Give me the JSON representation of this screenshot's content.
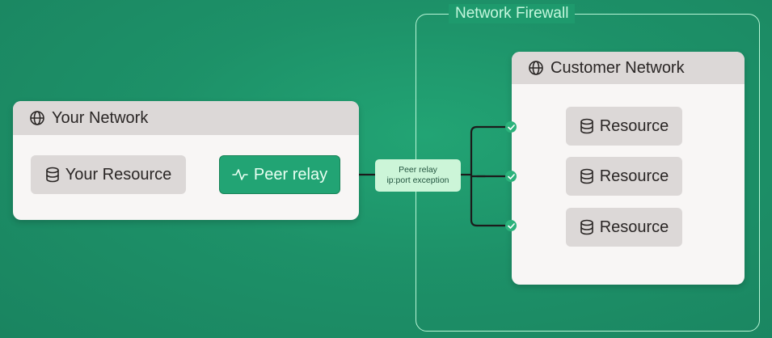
{
  "firewall": {
    "label": "Network Firewall"
  },
  "your_network": {
    "title": "Your Network",
    "icon": "globe-icon",
    "resource": {
      "label": "Your Resource",
      "icon": "database-icon"
    },
    "relay": {
      "label": "Peer relay",
      "icon": "activity-icon"
    }
  },
  "connection_badge": {
    "line1": "Peer relay",
    "line2": "ip:port exception"
  },
  "customer_network": {
    "title": "Customer Network",
    "icon": "globe-icon",
    "resources": [
      {
        "label": "Resource",
        "icon": "database-icon",
        "status": "allowed"
      },
      {
        "label": "Resource",
        "icon": "database-icon",
        "status": "allowed"
      },
      {
        "label": "Resource",
        "icon": "database-icon",
        "status": "allowed"
      }
    ]
  },
  "colors": {
    "background": "#1e9a6d",
    "accent": "#22a474",
    "firewall_border": "#b8f5d6",
    "badge": "#ccf5d8",
    "card": "#f8f6f5",
    "card_header": "#dcd8d7",
    "check": "#2bb27b"
  }
}
